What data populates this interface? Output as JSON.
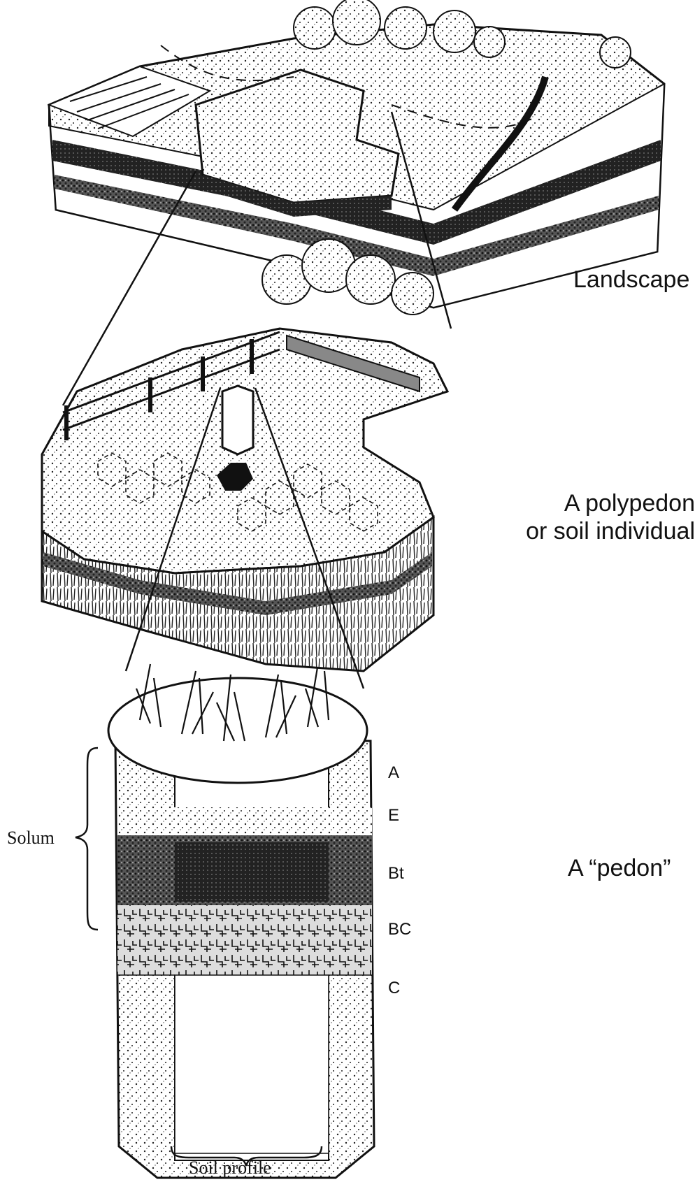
{
  "labels": {
    "landscape": "Landscape",
    "polypedon_line1": "A polypedon",
    "polypedon_line2": "or soil individual",
    "pedon": "A “pedon”",
    "solum": "Solum",
    "soil_profile": "Soil profile"
  },
  "horizons": [
    "A",
    "E",
    "Bt",
    "BC",
    "C"
  ],
  "colors": {
    "ink": "#111111",
    "paper": "#ffffff",
    "dark_soil": "#2a2a2a"
  }
}
